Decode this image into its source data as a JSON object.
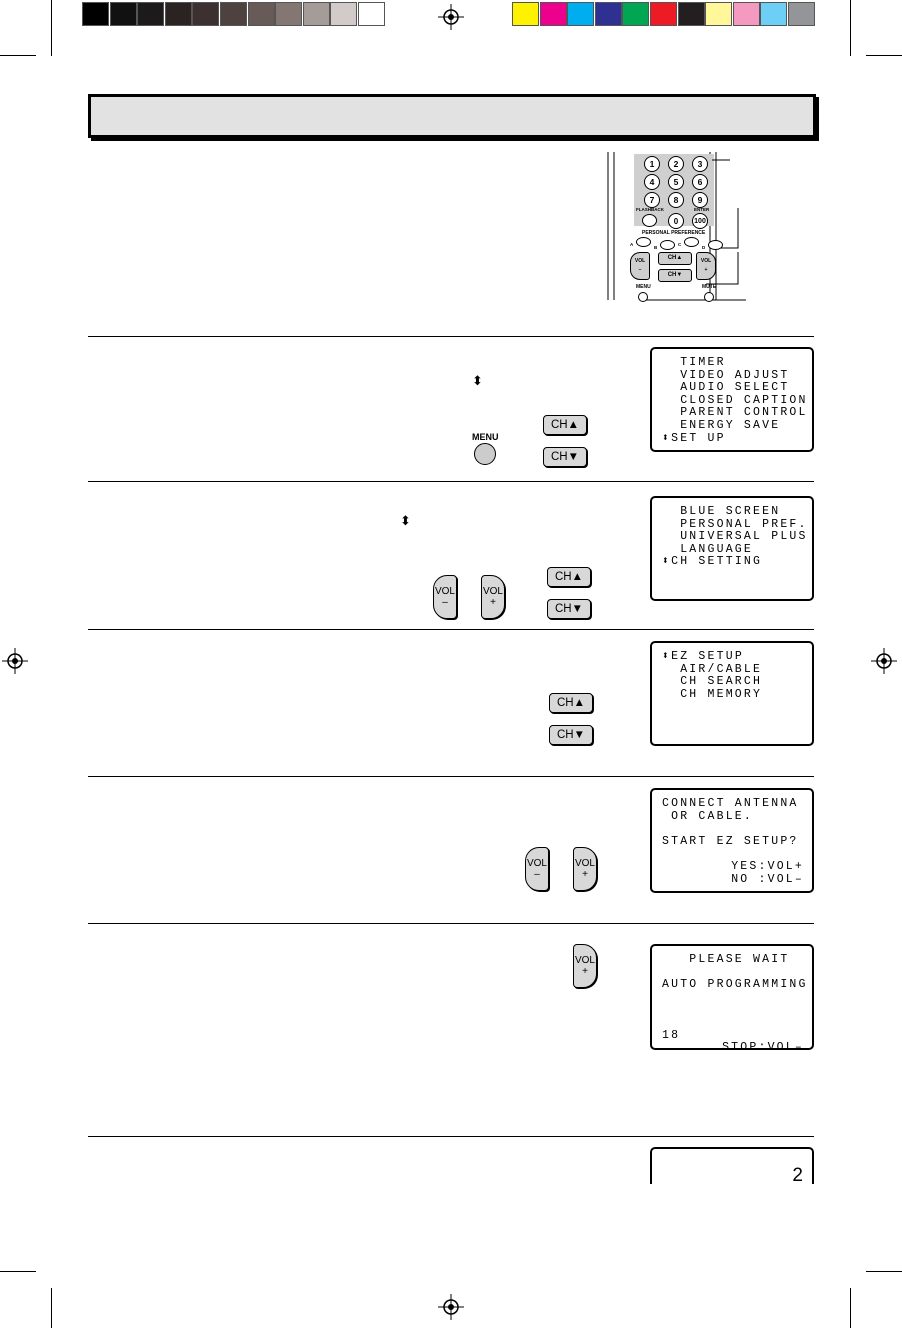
{
  "colors": {
    "grayscale_swatches": [
      "#000000",
      "#111111",
      "#1c1a1a",
      "#2a2322",
      "#3c3130",
      "#4e4240",
      "#675a57",
      "#837673",
      "#a59b98",
      "#d2cbca",
      "#ffffff"
    ],
    "color_swatches": [
      "#fff200",
      "#ec008c",
      "#00aeef",
      "#2e3192",
      "#00a651",
      "#ed1c24",
      "#231f20",
      "#fff799",
      "#f49ac1",
      "#6dcff6",
      "#939598"
    ],
    "header_band": "#e2e2e2",
    "button_fill": "#d8d8d8"
  },
  "icons": [
    "registration-mark-icon",
    "crop-mark-icon",
    "up-down-arrow-icon",
    "remote-control-icon"
  ],
  "remote": {
    "digit_keys": [
      "1",
      "2",
      "3",
      "4",
      "5",
      "6",
      "7",
      "8",
      "9"
    ],
    "flashback": "FLASHBACK",
    "zero": "0",
    "enter": "ENTER",
    "hundred": "100",
    "personal_preference": "PERSONAL PREFERENCE",
    "pref_keys": [
      "A",
      "B",
      "C",
      "D"
    ],
    "vol_minus": "VOL",
    "vol_plus": "VOL",
    "ch_up": "CH▲",
    "ch_down": "CH▼",
    "menu": "MENU",
    "mute": "MUTE"
  },
  "steps": [
    {
      "updown_icon": "⬍",
      "menu_label": "MENU",
      "ch_up": "CH▲",
      "ch_down": "CH▼",
      "osd": [
        "  TIMER",
        "  VIDEO ADJUST",
        "  AUDIO SELECT",
        "  CLOSED CAPTION",
        "  PARENT CONTROL",
        "  ENERGY SAVE",
        "⬍SET UP"
      ]
    },
    {
      "vol_minus_top": "VOL",
      "vol_minus_bottom": "–",
      "vol_plus_top": "VOL",
      "vol_plus_bottom": "+",
      "ch_up": "CH▲",
      "ch_down": "CH▼",
      "osd": [
        "  BLUE SCREEN",
        "  PERSONAL PREF.",
        "  UNIVERSAL PLUS",
        "  LANGUAGE",
        "⬍CH SETTING"
      ]
    },
    {
      "ch_up": "CH▲",
      "ch_down": "CH▼",
      "osd": [
        "⬍EZ SETUP",
        "  AIR/CABLE",
        "  CH SEARCH",
        "  CH MEMORY"
      ]
    },
    {
      "vol_minus_top": "VOL",
      "vol_minus_bottom": "–",
      "vol_plus_top": "VOL",
      "vol_plus_bottom": "+",
      "osd": [
        "CONNECT ANTENNA",
        " OR CABLE.",
        "",
        "START EZ SETUP?",
        ""
      ],
      "osd_right": [
        "YES:VOL+",
        "NO :VOL–"
      ]
    },
    {
      "vol_plus_top": "VOL",
      "vol_plus_bottom": "+",
      "osd": [
        "   PLEASE WAIT",
        "",
        "AUTO PROGRAMMING",
        "",
        "",
        ""
      ],
      "osd_count": "18",
      "osd_stop": "STOP:VOL–"
    },
    {
      "osd_channel": "2"
    }
  ]
}
